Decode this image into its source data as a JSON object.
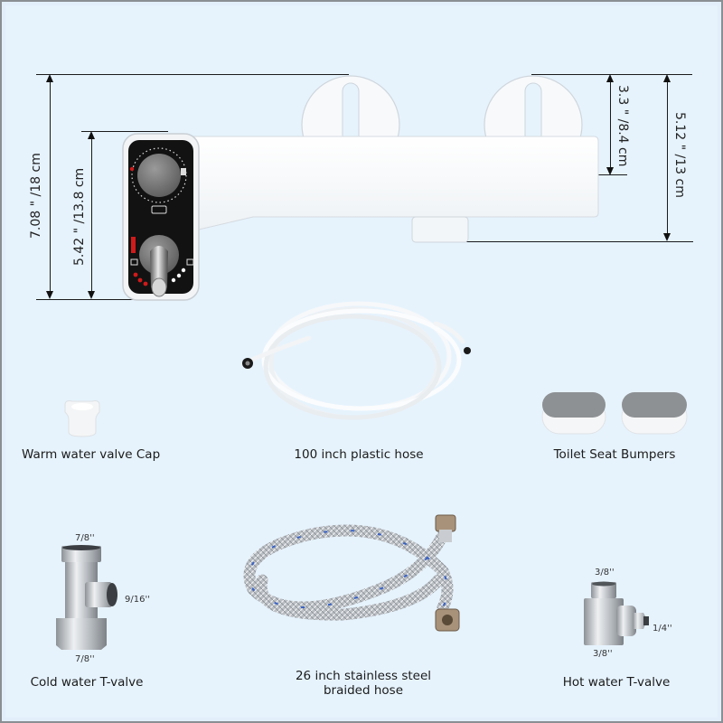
{
  "dimensions": {
    "total_height": "7.08 \" /18 cm",
    "panel_height": "5.42 \" /13.8 cm",
    "mount_slot_height": "3.3 \" /8.4 cm",
    "body_height": "5.12 \" /13 cm"
  },
  "items": [
    {
      "caption": "Warm water valve Cap"
    },
    {
      "caption": "100 inch plastic hose"
    },
    {
      "caption": "Toilet Seat Bumpers"
    },
    {
      "caption": "Cold water T-valve",
      "sizes": {
        "top": "7/8''",
        "side": "9/16''",
        "bottom": "7/8''"
      }
    },
    {
      "caption_line1": "26 inch stainless steel",
      "caption_line2": "braided hose"
    },
    {
      "caption": "Hot water T-valve",
      "sizes": {
        "top": "3/8''",
        "side": "1/4''",
        "bottom": "3/8''"
      }
    }
  ],
  "colors": {
    "background": "#e6f3fd",
    "panel_black": "#121212",
    "indicator_red": "#d11a1a",
    "bumper_gray": "#8e9194"
  }
}
